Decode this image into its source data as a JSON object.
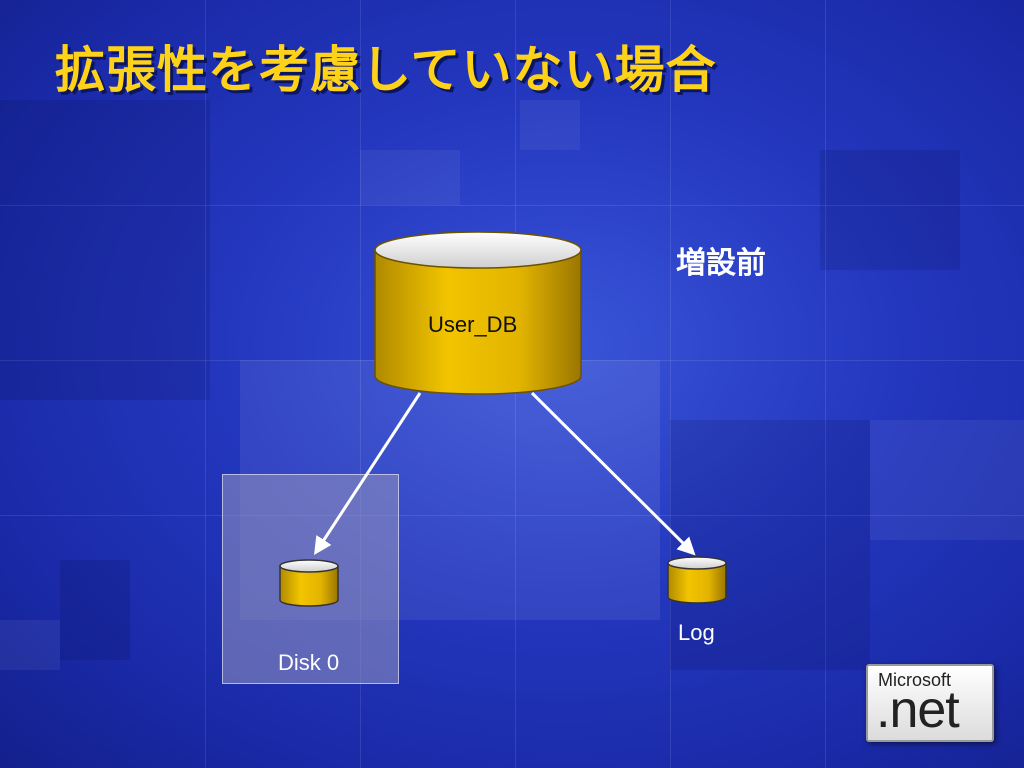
{
  "slide": {
    "title": "拡張性を考慮していない場合",
    "status_label": "増設前"
  },
  "diagram": {
    "nodes": {
      "main_db": "User_DB",
      "disk": "Disk 0",
      "log": "Log"
    },
    "edges": [
      {
        "from": "User_DB",
        "to": "Disk 0"
      },
      {
        "from": "User_DB",
        "to": "Log"
      }
    ]
  },
  "logo": {
    "line1": "Microsoft",
    "line2": ".net"
  },
  "colors": {
    "background": "#2438c0",
    "title": "#ffd21a",
    "cylinder_body": "#e2b400",
    "cylinder_top": "#e8e8e8",
    "arrow": "#ffffff"
  }
}
